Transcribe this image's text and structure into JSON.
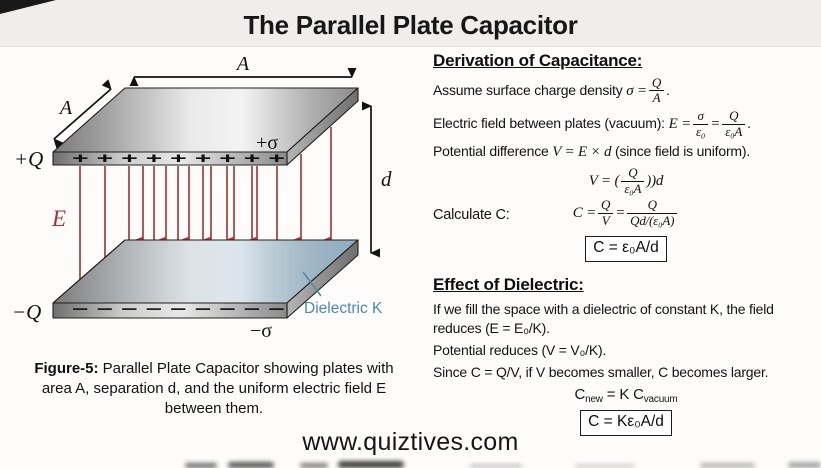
{
  "header": {
    "title": "The Parallel Plate Capacitor"
  },
  "diagram": {
    "area_label_top": "A",
    "area_label_side": "A",
    "charge_top": "+Q",
    "charge_bottom": "−Q",
    "sigma_top": "+σ",
    "sigma_bottom": "−σ",
    "field_label": "E",
    "separation_label": "d",
    "dielectric_label": "Dielectric K",
    "plus_row": "+ + + + + + + + +",
    "minus_row": "− − − − − − − − −",
    "caption_label": "Figure-5:",
    "caption_text": " Parallel Plate Capacitor showing plates with area A, separation d, and the uniform electric field E between them.",
    "colors": {
      "field_red": "#a23437",
      "dielectric_blue": "#4d87b2"
    }
  },
  "derivation": {
    "heading": "Derivation of Capacitance:",
    "assume_text": "Assume surface charge density ",
    "assume_math": "σ =",
    "frac_qa": {
      "num": "Q",
      "den": "A"
    },
    "assume_end": ".",
    "efield_text": "Electric field between plates (vacuum): ",
    "efield_math1": "E =",
    "frac_sigma_eps": {
      "num": "σ",
      "den": "ε₀"
    },
    "efield_math2": "=",
    "frac_q_epsA": {
      "num": "Q",
      "den": "ε₀A"
    },
    "efield_end": ".",
    "potential_text1": "Potential difference ",
    "potential_math": "V = E × d",
    "potential_text2": " (since field is uniform).",
    "v_eq_pre": "V = (",
    "v_eq_frac": {
      "num": "Q",
      "den": "ε₀A"
    },
    "v_eq_post": "))d",
    "calculate_label": "Calculate C:",
    "c_eq_pre": "C =",
    "c_eq_frac1": {
      "num": "Q",
      "den": "V"
    },
    "c_eq_mid": "=",
    "c_eq_frac2": {
      "num": "Q",
      "den": "Qd/(ε₀A)"
    },
    "result_box": "C = ε₀A/d"
  },
  "dielectric": {
    "heading": "Effect of Dielectric:",
    "p1": "If we fill the space with a dielectric of constant K, the field reduces (E = E₀/K).",
    "p2": "Potential reduces (V = V₀/K).",
    "p3": "Since C = Q/V, if V becomes smaller, C becomes larger.",
    "cnew_c1": "C",
    "cnew_sub1": "new",
    "cnew_mid": " = K C",
    "cnew_sub2": "vacuum",
    "result_box": "C = Kε₀A/d"
  },
  "footer": {
    "watermark": "www.quiztives.com"
  }
}
